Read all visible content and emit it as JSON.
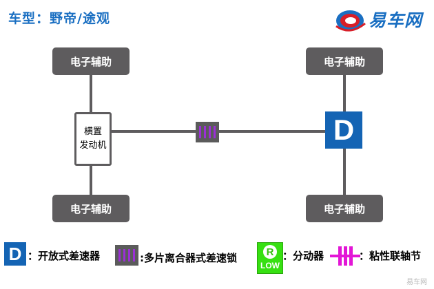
{
  "title": "车型：野帝/途观",
  "logo": {
    "text": "易车网"
  },
  "diagram": {
    "front_left_assist": "电子辅助",
    "front_right_assist": "电子辅助",
    "rear_left_assist": "电子辅助",
    "rear_right_assist": "电子辅助",
    "engine_label": "横置\n发动机",
    "rear_diff_symbol": "D"
  },
  "legend": {
    "diff_symbol": "D",
    "diff_label": "：开放式差速器",
    "clutch_label": ":多片离合器式差速锁",
    "transfer_symbol": "R",
    "transfer_low": "LOW",
    "transfer_label": "：分动器",
    "viscous_label": "：粘性联轴节"
  },
  "watermark": "易车网",
  "colors": {
    "title_blue": "#1a6fc2",
    "box_gray": "#5e5c5e",
    "diff_blue": "#1464b4",
    "clutch_purple": "#9b2fd6",
    "transfer_green": "#37e012",
    "viscous_magenta": "#e316d6"
  }
}
